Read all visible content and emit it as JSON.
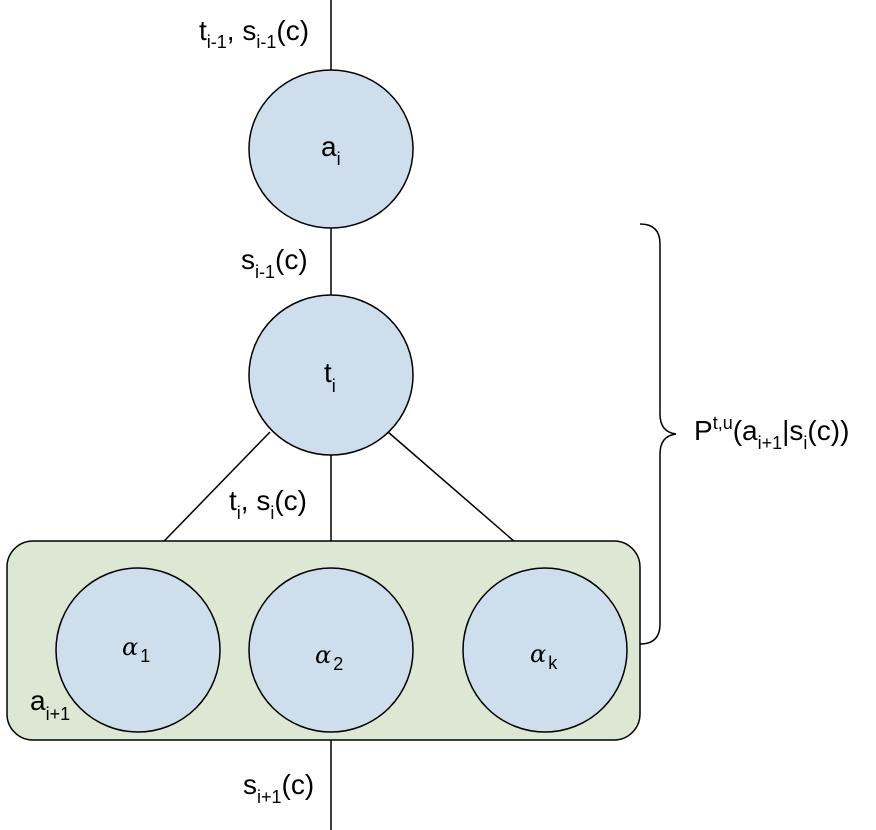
{
  "colors": {
    "node_fill": "#cfdeed",
    "group_fill": "#dce8d4",
    "stroke": "#000000"
  },
  "top_edge_label": {
    "t": "t",
    "t_sub": "i-1",
    "comma": ", s",
    "s_sub": "i-1",
    "end": "(c)"
  },
  "node_a": {
    "main": "a",
    "sub": "i"
  },
  "edge_a_t_label": {
    "s": "s",
    "s_sub": "i-1",
    "end": "(c)"
  },
  "node_t": {
    "main": "t",
    "sub": "i"
  },
  "edge_t_children_label": {
    "t": "t",
    "t_sub": "i",
    "comma": ", s",
    "s_sub": "i",
    "end": "(c)"
  },
  "children": [
    {
      "sym": "α",
      "sub": "1"
    },
    {
      "sym": "α",
      "sub": "2"
    },
    {
      "sym": "α",
      "sub": "k"
    }
  ],
  "group_label": {
    "main": "a",
    "sub": "i+1"
  },
  "bottom_edge_label": {
    "s": "s",
    "s_sub": "i+1",
    "end": "(c)"
  },
  "brace_label": {
    "p": "P",
    "p_sup": "t,u",
    "open": "(a",
    "a_sub": "i+1",
    "bar": "|s",
    "s_sub": "i",
    "end": "(c))"
  }
}
